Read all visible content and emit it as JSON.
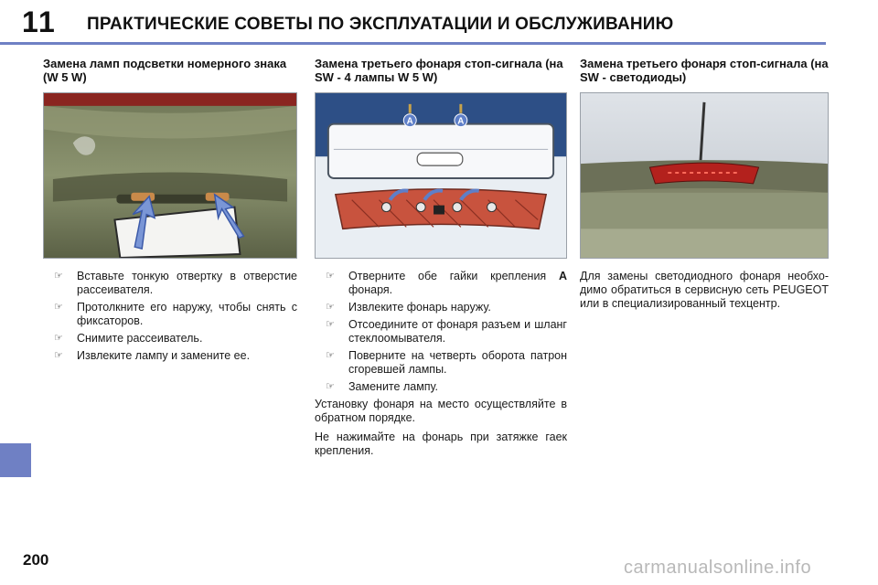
{
  "header": {
    "chapter_number": "11",
    "chapter_title": "ПРАКТИЧЕСКИЕ СОВЕТЫ ПО ЭКСПЛУАТАЦИИ И ОБСЛУЖИВАНИЮ",
    "accent_color": "#6f80c4"
  },
  "sections": [
    {
      "title": "Замена ламп подсветки номерного знака (W 5 W)",
      "steps": [
        "Вставьте тонкую отвертку в отверстие рассеивателя.",
        "Протолкните его наружу, чтобы снять с фиксаторов.",
        "Снимите рассеиватель.",
        "Извлеките лампу и замените ее."
      ]
    },
    {
      "title": "Замена третьего фонаря стоп-сигнала (на SW - 4 лампы W 5 W)",
      "figure_label_a": "A",
      "step1_prefix": "Отверните обе гайки крепления",
      "step1_bold": "A",
      "step1_suffix": "фонаря.",
      "steps": [
        "Извлеките фонарь наружу.",
        "Отсоедините от фонаря разъем и шланг стеклоомывателя.",
        "Поверните на четверть оборота патрон сгоревшей лампы.",
        "Замените лампу."
      ],
      "paragraphs": [
        "Установку фонаря на место осуществляйте в обратном порядке.",
        "Не нажимайте на фонарь при затяжке гаек крепления."
      ]
    },
    {
      "title": "Замена третьего фонаря стоп-сигнала (на SW - светодиоды)",
      "paragraph": "Для замены светодиодного фонаря необхо- димо обратиться в сервисную сеть PEUGEOT или в специализированный техцентр."
    }
  ],
  "bullet_glyph": "☞",
  "page_number": "200",
  "watermark": "carmanualsonline.info"
}
